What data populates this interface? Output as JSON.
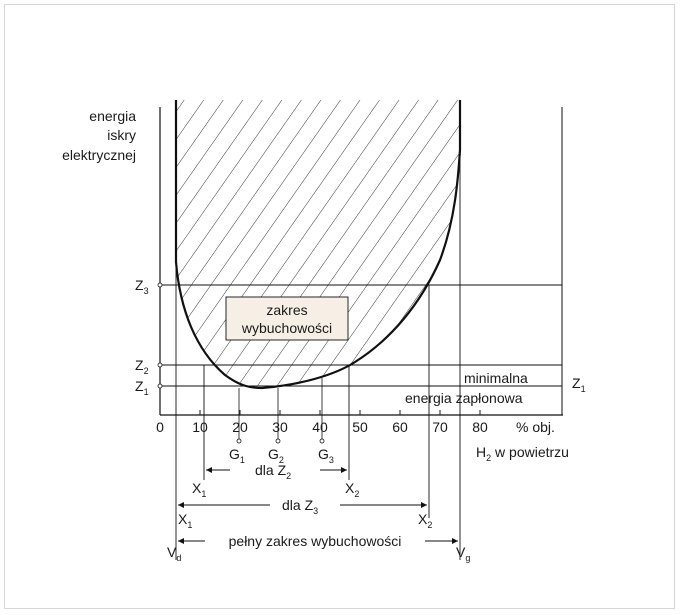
{
  "y_axis_label": [
    "energia",
    "iskry",
    "elektrycznej"
  ],
  "x_axis_unit": "% obj.",
  "x_axis_title": "H2 w powietrzu",
  "x_ticks": [
    "0",
    "10",
    "20",
    "30",
    "40",
    "50",
    "60",
    "70",
    "80"
  ],
  "z_levels": [
    {
      "main": "Z",
      "sub": "3"
    },
    {
      "main": "Z",
      "sub": "2"
    },
    {
      "main": "Z",
      "sub": "1"
    }
  ],
  "z1_right": {
    "main": "Z",
    "sub": "1"
  },
  "region_label": [
    "zakres",
    "wybuchowości"
  ],
  "min_energy_label": [
    "minimalna",
    "energia zapłonowa"
  ],
  "g_points": [
    {
      "main": "G",
      "sub": "1"
    },
    {
      "main": "G",
      "sub": "2"
    },
    {
      "main": "G",
      "sub": "3"
    }
  ],
  "x_marks": {
    "x1_z2": {
      "main": "X",
      "sub": "1"
    },
    "x2_z2": {
      "main": "X",
      "sub": "2"
    },
    "x1_z3": {
      "main": "X",
      "sub": "1"
    },
    "x2_z3": {
      "main": "X",
      "sub": "2"
    }
  },
  "range_z2_label": {
    "main": "dla Z",
    "sub": "2"
  },
  "range_z3_label": {
    "main": "dla Z",
    "sub": "3"
  },
  "full_range_label": "pełny zakres wybuchowości",
  "v_marks": {
    "vd": {
      "main": "V",
      "sub": "d"
    },
    "vg": {
      "main": "V",
      "sub": "g"
    }
  }
}
